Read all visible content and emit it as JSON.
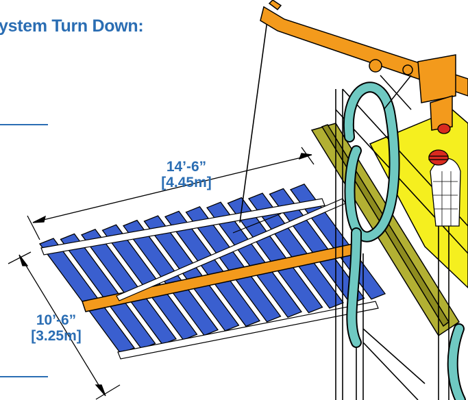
{
  "heading": {
    "text": "ystem Turn Down:"
  },
  "dimensions": {
    "width": {
      "imperial": "14’-6”",
      "metric": "[4.45m]"
    },
    "length": {
      "imperial": "10’-6”",
      "metric": "[3.25m]"
    }
  },
  "colors": {
    "heading": "#2a6db3",
    "rule": "#2a6db3",
    "dimension_text": "#2a6db3",
    "slats": "#3a5fcf",
    "orange_beam": "#f39a1c",
    "yellow_deck": "#f5ef1f",
    "olive_beam": "#b2b033",
    "teal_hose": "#6fc9c2",
    "helmet": "#d92b1f",
    "outline": "#000000"
  },
  "icons": [
    "dimension-arrow-icon"
  ]
}
